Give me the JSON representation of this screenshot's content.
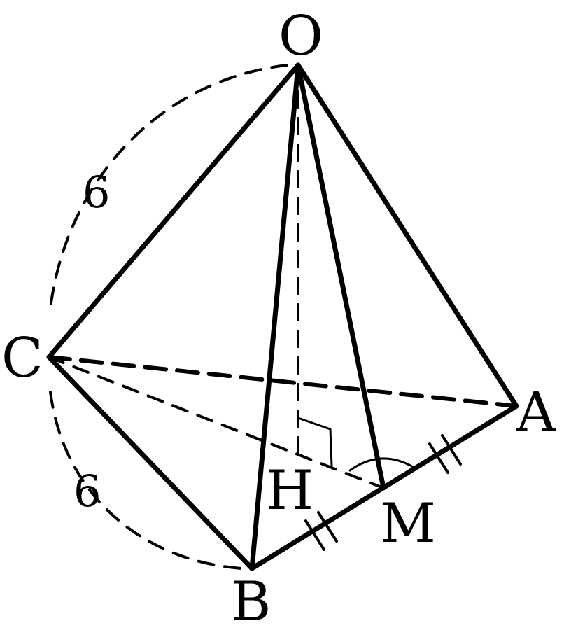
{
  "points": {
    "O": "O",
    "C": "C",
    "A": "A",
    "B": "B",
    "H": "H",
    "M": "M"
  },
  "lengths": {
    "oc": "6",
    "cb": "6"
  },
  "colors": {
    "stroke": "#000000",
    "background": "#ffffff"
  }
}
